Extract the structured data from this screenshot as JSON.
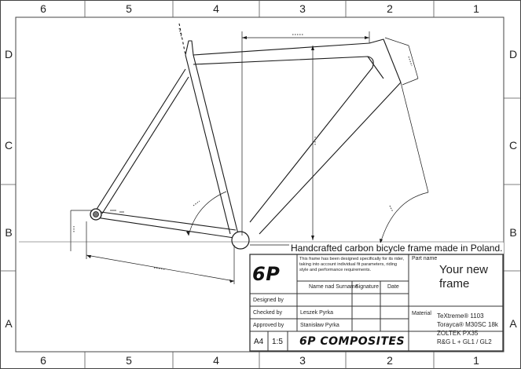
{
  "zones": {
    "columns": [
      "6",
      "5",
      "4",
      "3",
      "2",
      "1"
    ],
    "rows": [
      "D",
      "C",
      "B",
      "A"
    ]
  },
  "drawing": {
    "caption": "Handcrafted carbon bicycle frame made in Poland."
  },
  "title_block": {
    "logo": "6P",
    "description": "This frame has been designed specifically for its rider, taking into account individual fit parameters, riding style and performance requirements.",
    "part_name_label": "Part name",
    "part_name_value": "Your new frame",
    "headers": {
      "name": "Name nad Surname",
      "signature": "Signature",
      "date": "Date"
    },
    "rows": [
      {
        "label": "Designed by",
        "name": ""
      },
      {
        "label": "Checked by",
        "name": "Leszek Pyrka"
      },
      {
        "label": "Approved by",
        "name": "Stanisław Pyrka"
      }
    ],
    "material_label": "Material",
    "materials": [
      "TeXtreme® 1103",
      "Torayca® M30SC 18k",
      "ZOLTEK PX35",
      "R&G L + GL1 / GL2"
    ],
    "sheet_size": "A4",
    "scale": "1:5",
    "company": "6P COMPOSITES"
  },
  "colors": {
    "line": "#1a1a1a",
    "border": "#333333"
  }
}
